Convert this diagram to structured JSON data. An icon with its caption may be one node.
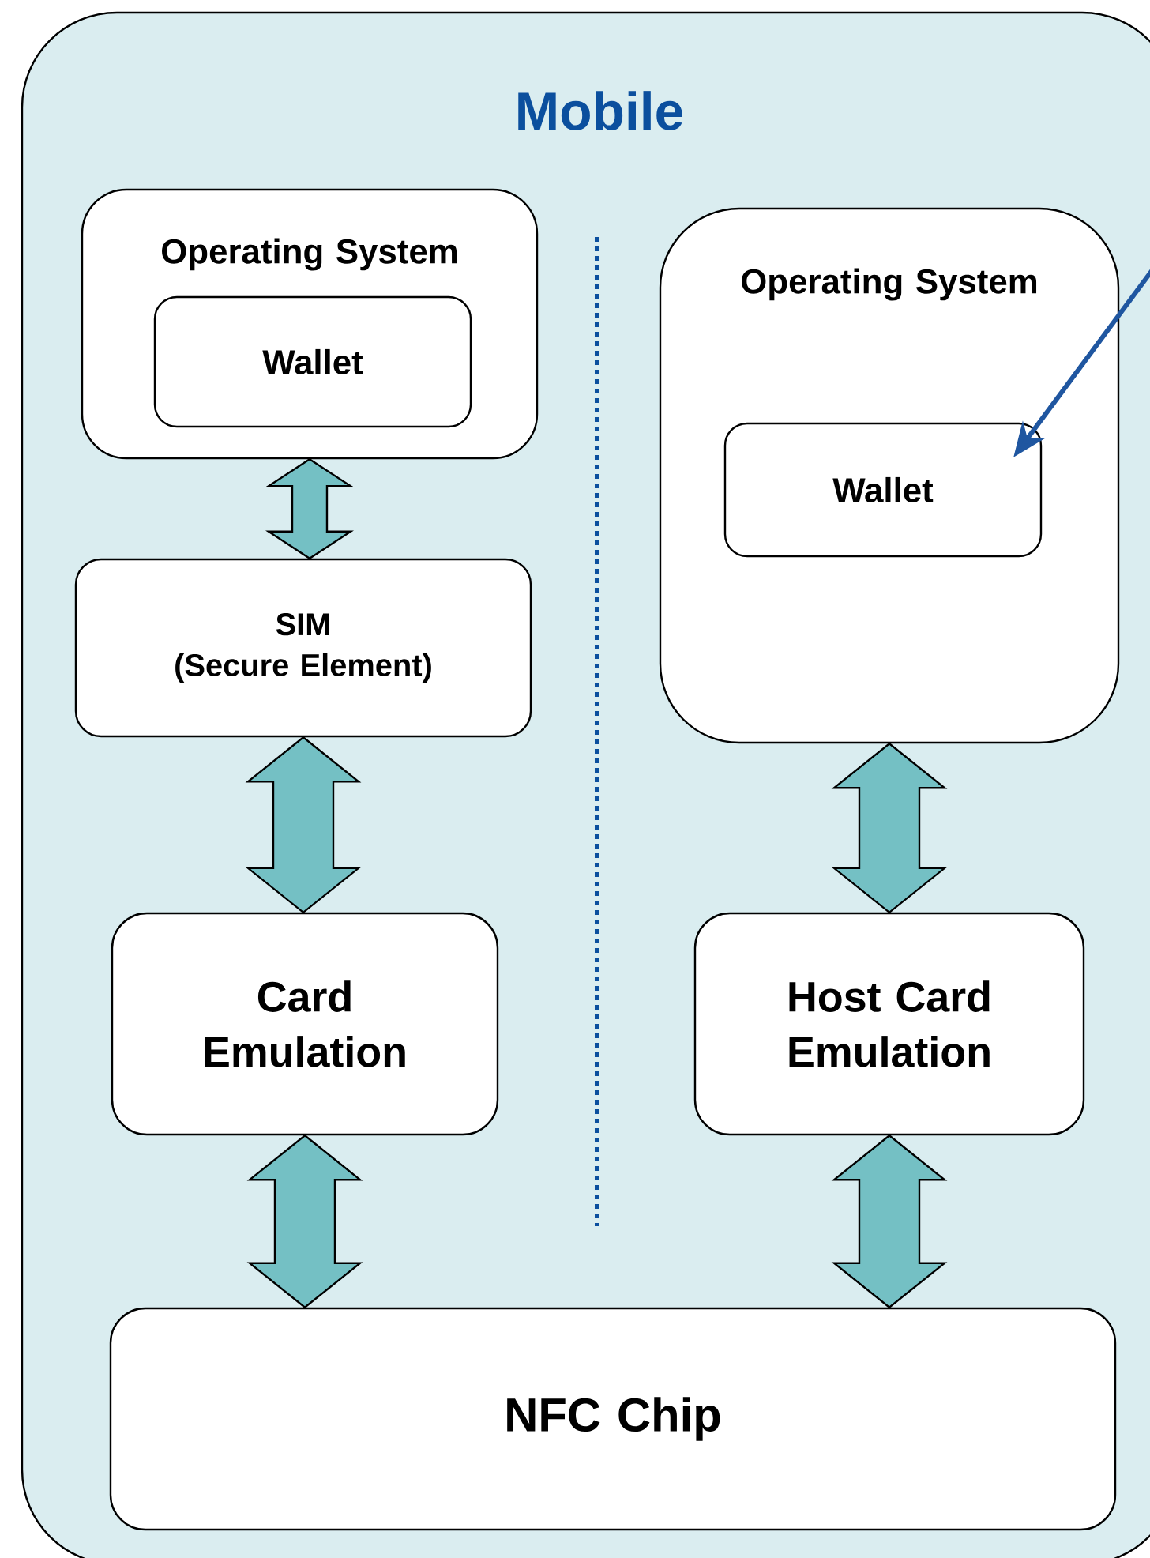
{
  "diagram": {
    "nodes": [
      {
        "text": [
          "Mobile"
        ]
      },
      {
        "text": [
          "Operating System"
        ],
        "in": 0
      },
      {
        "text": [
          "Wallet"
        ],
        "in": 1
      },
      {
        "text": [
          "SIM",
          "(Secure Element)"
        ],
        "in": 0
      },
      {
        "text": [
          "Card Emulation"
        ],
        "in": 0
      },
      {
        "text": [
          "Operating System"
        ],
        "in": 0
      },
      {
        "text": [
          "Wallet"
        ],
        "in": 5
      },
      {
        "text": [
          "Host Card Emulation"
        ],
        "in": 0
      },
      {
        "text": [
          "NFC Chip"
        ],
        "in": 0
      }
    ],
    "edges": [
      {
        "from": 1,
        "to": 3,
        "arrow": "both"
      },
      {
        "from": 3,
        "to": 4,
        "arrow": "both"
      },
      {
        "from": 4,
        "to": 8,
        "arrow": "both"
      },
      {
        "from": 5,
        "to": 7,
        "arrow": "both"
      },
      {
        "from": 7,
        "to": 8,
        "arrow": "both"
      },
      {
        "from": null,
        "to": 6,
        "arrow": "to",
        "color": "#1f56a0"
      }
    ]
  }
}
